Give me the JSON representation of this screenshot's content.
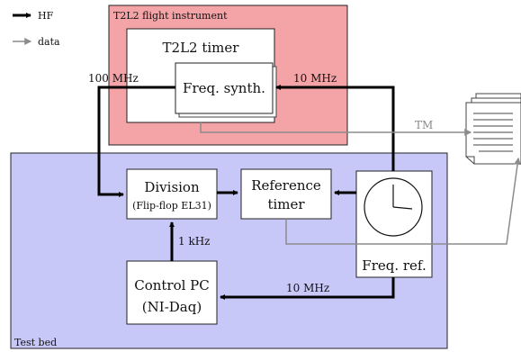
{
  "legend": {
    "hf_label": "HF",
    "data_label": "data"
  },
  "instrument": {
    "title": "T2L2 flight instrument",
    "timer_title": "T2L2 timer",
    "synth_label": "Freq. synth."
  },
  "testbed": {
    "title": "Test bed",
    "division_label": "Division",
    "division_sub": "(Flip-flop EL31)",
    "reference_line1": "Reference",
    "reference_line2": "timer",
    "freqref_label": "Freq. ref.",
    "control_line1": "Control PC",
    "control_line2": "(NI-Daq)"
  },
  "signals": {
    "hf_100": "100 MHz",
    "hf_10_top": "10 MHz",
    "hf_10_bottom": "10 MHz",
    "khz": "1 kHz",
    "tm": "TM"
  },
  "colors": {
    "instrument_fill": "#f4a3a6",
    "testbed_fill": "#c8c8f8",
    "hf_arrow": "#000000",
    "data_arrow": "#8c8c8c"
  },
  "icons": {
    "clock": "clock-icon",
    "document_stack": "document-stack-icon"
  }
}
